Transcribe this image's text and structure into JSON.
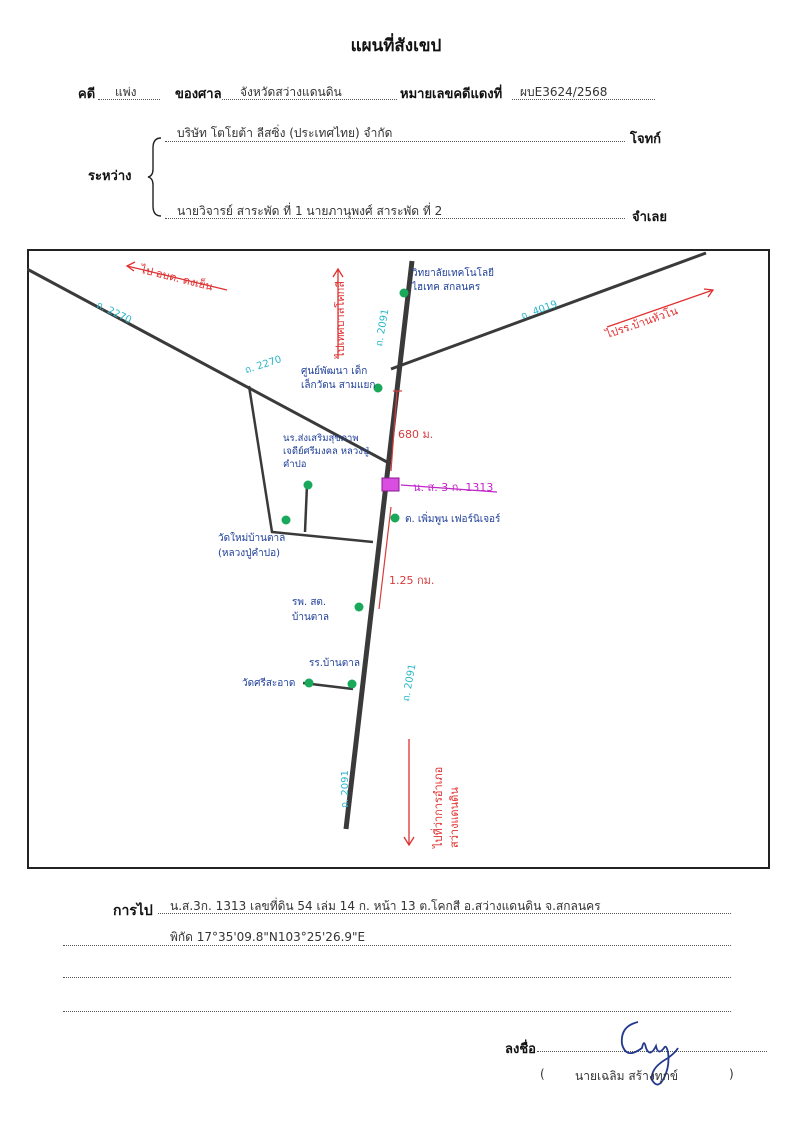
{
  "header": {
    "title": "แผนที่สังเขป",
    "case_label": "คดี",
    "case_value": "แพ่ง",
    "court_label": "ของศาล",
    "court_value": "จังหวัดสว่างแดนดิน",
    "red_case_label": "หมายเลขคดีแดงที่",
    "red_case_value": "ผบE3624/2568",
    "between_label": "ระหว่าง",
    "plaintiff": "บริษัท โตโยต้า ลีสซิ่ง (ประเทศไทย) จำกัด",
    "plaintiff_role": "โจทก์",
    "defendant": "นายวิจารย์ สาระพัด ที่ 1 นายภานุพงศ์ สาระพัด ที่ 2",
    "defendant_role": "จำเลย"
  },
  "map": {
    "road_labels": {
      "r2270_left": "ถ. 2270",
      "r2270_branch": "ถ. 2270",
      "r2091_upper": "ถ. 2091",
      "r2091_mid": "ถ. 2091",
      "r2091_lower": "ถ. 2091",
      "r4019": "ถ. 4019"
    },
    "directions": {
      "to_wanon": "ไป อบต. ดงเย็น",
      "to_kok_si": "ไปเทศบาลโคกสี",
      "to_ban_bua": "ไปรร.บ้านหัวโน",
      "to_amphoe": "ไปที่ว่าการอำเภอ สว่างแดนดิน"
    },
    "landmarks": {
      "college": "วิทยาลัยเทคโนโลยี ไฮเทค สกลนคร",
      "child_center": "ศูนย์พัฒนา เด็กเล็กวัดน สามแยก",
      "health_center": "นร.ส่งเสริมสุขภาพ เจดีย์ศรีมงคล หลวงปู่คำปอ",
      "temple_north": "วัดใหม่บ้านตาล (หลวงปู่คำปอ)",
      "shop": "ต. เพิ่มพูน เฟอร์นิเจอร์",
      "hospital": "รพ. สต. บ้านตาล",
      "school": "รร.บ้านตาล",
      "temple_south": "วัดศรีสะอาด"
    },
    "target_label": "น. ส. 3 ก. 1313",
    "distances": {
      "north": "680 ม.",
      "south": "1.25 กม."
    },
    "colors": {
      "road": "#3a3a3a",
      "road_label": "#29b6c9",
      "direction": "#e03030",
      "landmark_text": "#1f3f9a",
      "dot": "#1aa85a",
      "target": "#c126c9",
      "distance": "#d83b3b"
    }
  },
  "footer": {
    "route_label": "การไป",
    "route_value": "น.ส.3ก. 1313  เลขที่ดิน 54 เล่ม 14 ก. หน้า 13  ต.โคกสี  อ.สว่างแดนดิน  จ.สกลนคร",
    "coords": "พิกัด 17°35'09.8\"N103°25'26.9\"E",
    "sign_label": "ลงชื่อ",
    "signer": "นายเฉลิม  สร้างทุกข์",
    "paren_open": "(",
    "paren_close": ")"
  }
}
